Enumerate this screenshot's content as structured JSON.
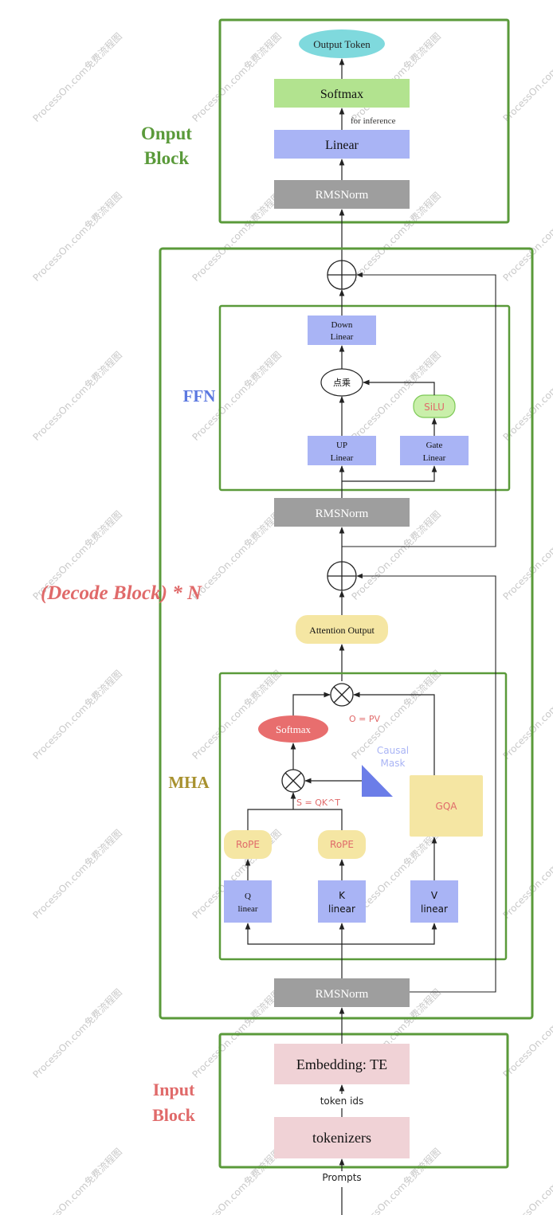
{
  "output_block": {
    "label_line1": "Onput",
    "label_line2": "Block",
    "output_token": "Output Token",
    "softmax": "Softmax",
    "inference_note": "for inference",
    "linear": "Linear",
    "rmsnorm": "RMSNorm"
  },
  "decode_block": {
    "label": "(Decode Block) * N",
    "ffn": {
      "label": "FFN",
      "down_linear_1": "Down",
      "down_linear_2": "Linear",
      "dot_mul": "点乘",
      "silu": "SiLU",
      "up_linear_1": "UP",
      "up_linear_2": "Linear",
      "gate_linear_1": "Gate",
      "gate_linear_2": "Linear"
    },
    "ffn_rmsnorm": "RMSNorm",
    "attention_output": "Attention Output",
    "mha": {
      "label": "MHA",
      "o_eq": "O = PV",
      "softmax": "Softmax",
      "causal_mask_1": "Causal",
      "causal_mask_2": "Mask",
      "s_eq": "S = QK^T",
      "gqa": "GQA",
      "rope_q": "RoPE",
      "rope_k": "RoPE",
      "q_linear_1": "Q",
      "q_linear_2": "linear",
      "k_linear_1": "K",
      "k_linear_2": "linear",
      "v_linear_1": "V",
      "v_linear_2": "linear"
    },
    "mha_rmsnorm": "RMSNorm"
  },
  "input_block": {
    "label_line1": "Input",
    "label_line2": "Block",
    "embedding": "Embedding: TE",
    "token_ids": "token ids",
    "tokenizers": "tokenizers",
    "prompts": "Prompts"
  },
  "watermark": "ProcessOn.com免费流程图",
  "colors": {
    "block_border": "#5a9a3a",
    "linear_fill": "#a9b4f5",
    "norm_fill": "#9e9e9e",
    "softmax_green": "#b2e38f",
    "output_token": "#7fd9dd",
    "rope_fill": "#f5e6a3",
    "input_fill": "#f0d2d6",
    "red_text": "#e06a6a",
    "blue_text": "#5b78e0",
    "mha_text": "#a8912e"
  }
}
